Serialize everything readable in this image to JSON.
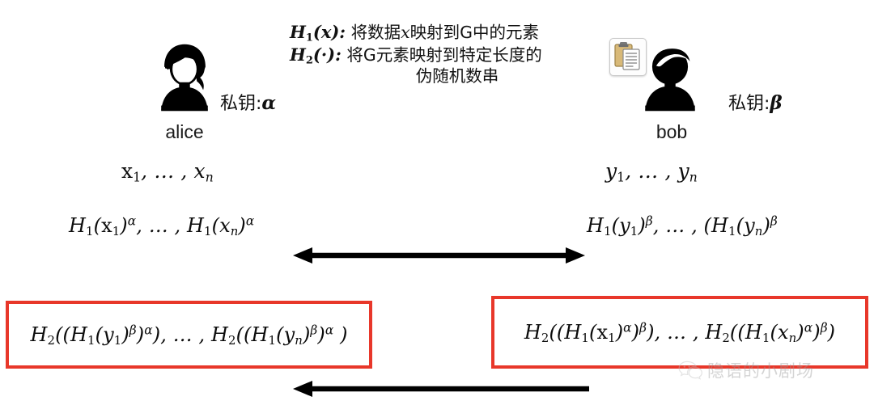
{
  "description": {
    "line1_label": "H",
    "line1_sub": "1",
    "line1_arg": "(x):",
    "line1_text_a": "将数据",
    "line1_var": "x",
    "line1_text_b": "映射到G中的元素",
    "line2_label": "H",
    "line2_sub": "2",
    "line2_arg": "(·):",
    "line2_text": "将G元素映射到特定长度的",
    "line3_text": "伪随机数串"
  },
  "alice": {
    "name": "alice",
    "key_label": "私钥:",
    "key_symbol": "α",
    "avatar_icon": "female-avatar-icon"
  },
  "bob": {
    "name": "bob",
    "key_label": "私钥:",
    "key_symbol": "β",
    "avatar_icon": "male-avatar-icon"
  },
  "icons": {
    "clipboard": "clipboard-paste-icon",
    "wechat": "wechat-logo-icon"
  },
  "sequences": {
    "alice_input": "x₁, … , xₙ",
    "bob_input": "y₁, … , yₙ"
  },
  "exchange": {
    "alice_sends": "H₁(x₁)^α, … , H₁(xₙ)^α",
    "bob_sends": "H₁(y₁)^β, … , (H₁(yₙ)^β",
    "arrow": "double-headed-arrow"
  },
  "results": {
    "left_box": "H₂((H₁(y₁)^β)^α), … , H₂((H₁(yₙ)^β)^α )",
    "right_box": "H₂((H₁(x₁)^α)^β), … , H₂((H₁(xₙ)^α)^β)",
    "arrow": "left-pointing-arrow"
  },
  "watermark": {
    "text": "隐语的小剧场"
  },
  "colors": {
    "box_border": "#e8372a",
    "figure": "#000000",
    "watermark": "#9a9a9a",
    "clipboard_body": "#d8b978"
  }
}
